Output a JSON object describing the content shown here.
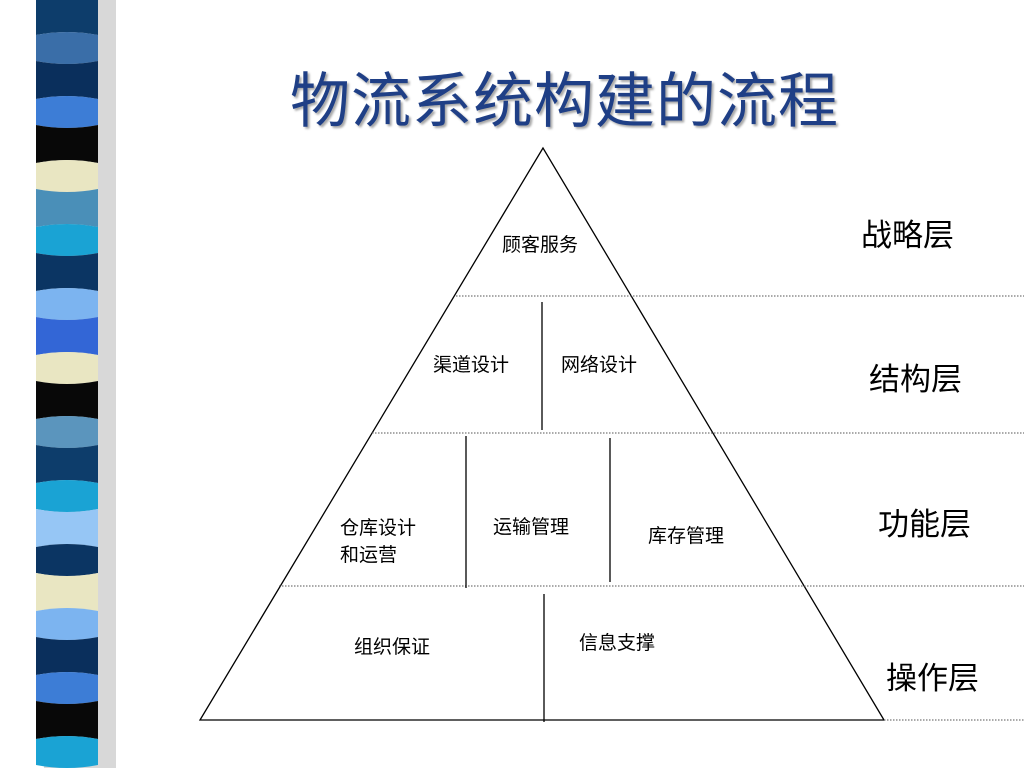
{
  "slide": {
    "title": "物流系统构建的流程"
  },
  "side_bar": {
    "stripe_colors": [
      "#0d3d6b",
      "#3a6ea8",
      "#0a2f5c",
      "#3d7dd6",
      "#080808",
      "#e9e6c2",
      "#4a8fb8",
      "#1aa3d4",
      "#0b3563",
      "#7cb4f0",
      "#3366d6",
      "#e9e6c2",
      "#080808",
      "#5b95bd",
      "#0d3d6b",
      "#1aa3d4",
      "#96c6f5",
      "#0b3563",
      "#e9e6c2",
      "#7cb4f0",
      "#0a2f5c",
      "#3d7dd6",
      "#080808",
      "#1aa3d4"
    ]
  },
  "layers": [
    {
      "label": "战略层",
      "nodes": [
        "顾客服务"
      ]
    },
    {
      "label": "结构层",
      "nodes": [
        "渠道设计",
        "网络设计"
      ]
    },
    {
      "label": "功能层",
      "nodes": [
        "仓库设计和运营",
        "运输管理",
        "库存管理"
      ]
    },
    {
      "label": "操作层",
      "nodes": [
        "组织保证",
        "信息支撑"
      ]
    }
  ],
  "text": {
    "strategy_layer": "战略层",
    "structure_layer": "结构层",
    "function_layer": "功能层",
    "operation_layer": "操作层",
    "customer_service": "顾客服务",
    "channel_design": "渠道设计",
    "network_design": "网络设计",
    "warehouse_line1": "仓库设计",
    "warehouse_line2": "和运营",
    "transport_mgmt": "运输管理",
    "inventory_mgmt": "库存管理",
    "org_guarantee": "组织保证",
    "info_support": "信息支撑"
  }
}
